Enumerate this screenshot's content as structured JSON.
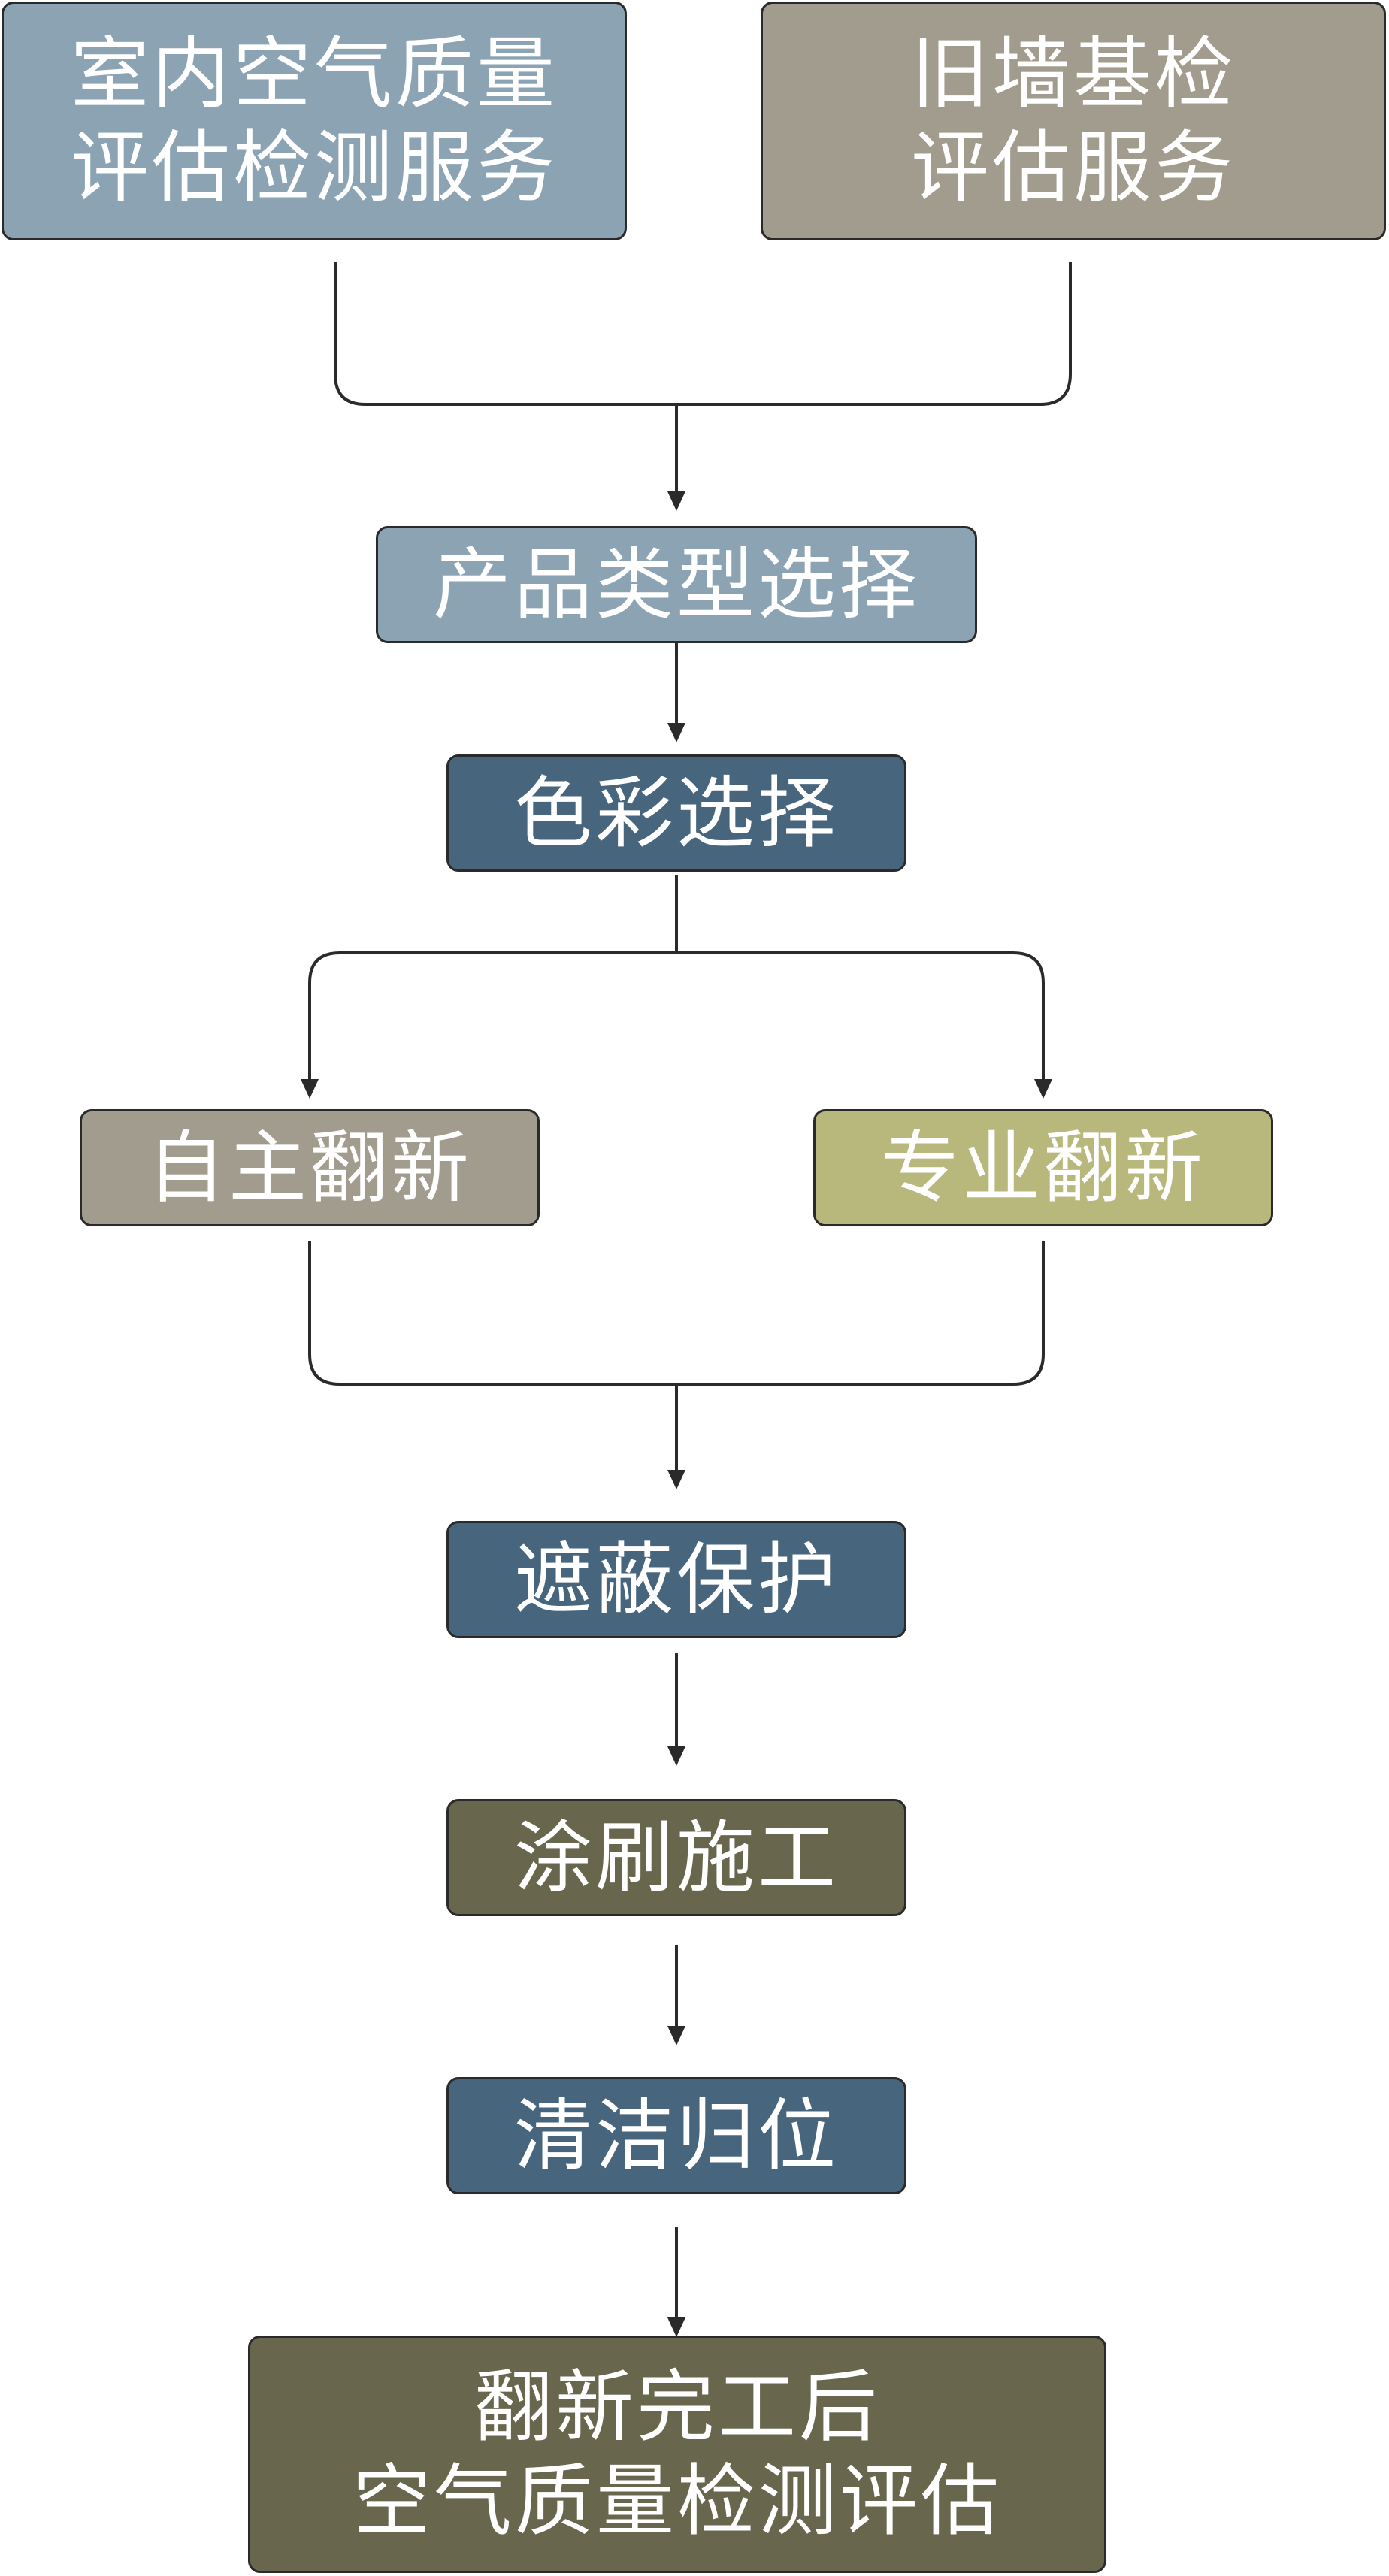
{
  "nodes": {
    "indoor_air_assessment": {
      "label": "室内空气质量\n评估检测服务",
      "color": "#8ba3b2"
    },
    "old_wall_inspection": {
      "label": "旧墙基检\n评估服务",
      "color": "#a29c8f"
    },
    "product_type_selection": {
      "label": "产品类型选择",
      "color": "#8ba3b2"
    },
    "color_selection": {
      "label": "色彩选择",
      "color": "#47657c"
    },
    "self_renovation": {
      "label": "自主翻新",
      "color": "#a29c8f"
    },
    "professional_renovation": {
      "label": "专业翻新",
      "color": "#b8b87d"
    },
    "masking_protection": {
      "label": "遮蔽保护",
      "color": "#47657c"
    },
    "painting_construction": {
      "label": "涂刷施工",
      "color": "#68674e"
    },
    "cleaning_restore": {
      "label": "清洁归位",
      "color": "#47657c"
    },
    "final_air_assessment": {
      "label": "翻新完工后\n空气质量检测评估",
      "color": "#68674e"
    }
  },
  "line_color": "#2a2a2a"
}
